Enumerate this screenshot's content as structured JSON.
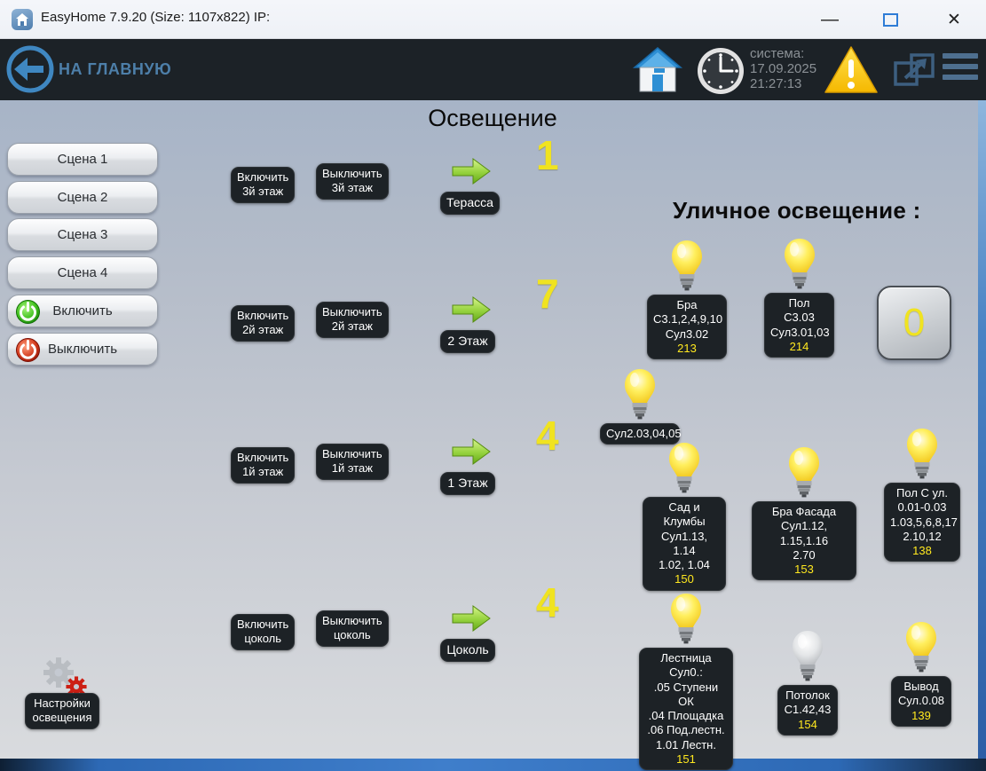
{
  "window": {
    "title": "EasyHome 7.9.20 (Size: 1107x822) IP:",
    "controls": {
      "minimize": "—",
      "close": "✕"
    }
  },
  "header": {
    "back_label": "НА ГЛАВНУЮ",
    "system_label": "система:",
    "system_date": "17.09.2025",
    "system_time": "21:27:13"
  },
  "main": {
    "title": "Освещение",
    "street_heading": "Уличное освещение :",
    "street_count": "0"
  },
  "scenes": [
    {
      "label": "Сцена 1"
    },
    {
      "label": "Сцена 2"
    },
    {
      "label": "Сцена 3"
    },
    {
      "label": "Сцена 4"
    }
  ],
  "master": {
    "on_label": "Включить",
    "off_label": "Выключить"
  },
  "floors": [
    {
      "on_label": "Включить\n3й этаж",
      "off_label": "Выключить\n3й этаж",
      "count": "1",
      "zone_label": "Терасса"
    },
    {
      "on_label": "Включить\n2й этаж",
      "off_label": "Выключить\n2й этаж",
      "count": "7",
      "zone_label": "2 Этаж"
    },
    {
      "on_label": "Включить\n1й этаж",
      "off_label": "Выключить\n1й этаж",
      "count": "4",
      "zone_label": "1 Этаж"
    },
    {
      "on_label": "Включить\nцоколь",
      "off_label": "Выключить\nцоколь",
      "count": "4",
      "zone_label": "Цоколь"
    }
  ],
  "lights": [
    {
      "label": "Бра\nС3.1,2,4,9,10\nСул3.02",
      "value": "213",
      "state": "on"
    },
    {
      "label": "Пол\nС3.03\nСул3.01,03",
      "value": "214",
      "state": "on"
    },
    {
      "label": "Сул2.03,04,05",
      "value": "",
      "state": "on"
    },
    {
      "label": "Сад и Клумбы\nСул1.13, 1.14\n1.02, 1.04",
      "value": "150",
      "state": "on"
    },
    {
      "label": "Бра Фасада\nСул1.12, 1.15,1.16\n2.70",
      "value": "153",
      "state": "on"
    },
    {
      "label": "Пол С ул.\n0.01-0.03\n1.03,5,6,8,17\n2.10,12",
      "value": "138",
      "state": "on"
    },
    {
      "label": "Лестница Сул0.:\n.05 Ступени ОК\n.04 Площадка\n.06 Под.лестн.\n1.01 Лестн.",
      "value": "151",
      "state": "on"
    },
    {
      "label": "Потолок\nС1.42,43",
      "value": "154",
      "state": "off"
    },
    {
      "label": "Вывод\nСул.0.08",
      "value": "139",
      "state": "on"
    }
  ],
  "settings": {
    "label": "Настройки\nосвещения"
  },
  "icons": {
    "back": "arrow-left",
    "home": "house",
    "clock": "clock",
    "warning": "warning-triangle",
    "expand": "external-windows",
    "menu": "hamburger",
    "scene_on": "power-green",
    "scene_off": "power-red",
    "light": "lightbulb",
    "settings": "gears"
  },
  "colors": {
    "accent_blue": "#4389c0",
    "header_dark": "#1c2227",
    "count_yellow": "#f0e320",
    "value_yellow": "#ffe81f",
    "arrow_green": "#7cc425",
    "warning_yellow": "#ffc81e",
    "strip_blue": "#3f7ecb"
  }
}
